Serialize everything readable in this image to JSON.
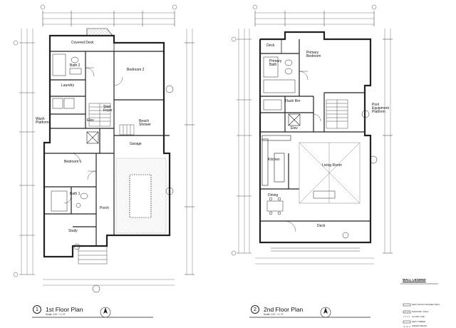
{
  "sheet": {
    "colors": {
      "ink": "#111111",
      "wall": "#222222",
      "dim": "#555555",
      "paper": "#ffffff"
    }
  },
  "plan1": {
    "number": "1",
    "title": "1st Floor Plan",
    "scale": "Scale: 1/4\" = 1'-0\"",
    "rooms": [
      {
        "name": "Covered Deck",
        "sub": ""
      },
      {
        "name": "Bedroom 2",
        "sub": ""
      },
      {
        "name": "Bath 2",
        "sub": ""
      },
      {
        "name": "Laundry",
        "sub": ""
      },
      {
        "name": "Wash Platform",
        "sub": ""
      },
      {
        "name": "Stair Foyer",
        "sub": ""
      },
      {
        "name": "Beach Shower",
        "sub": ""
      },
      {
        "name": "Garage",
        "sub": ""
      },
      {
        "name": "Bedroom 1",
        "sub": ""
      },
      {
        "name": "Bath 1",
        "sub": ""
      },
      {
        "name": "Elev",
        "sub": ""
      },
      {
        "name": "Porch",
        "sub": ""
      },
      {
        "name": "Study",
        "sub": ""
      }
    ]
  },
  "plan2": {
    "number": "2",
    "title": "2nd Floor Plan",
    "scale": "Scale: 1/4\" = 1'-0\"",
    "rooms": [
      {
        "name": "Deck",
        "sub": ""
      },
      {
        "name": "Primary Bedroom",
        "sub": ""
      },
      {
        "name": "Primary Bath",
        "sub": ""
      },
      {
        "name": "Pool Equipment Platform",
        "sub": ""
      },
      {
        "name": "Flash Rm",
        "sub": ""
      },
      {
        "name": "Elev",
        "sub": ""
      },
      {
        "name": "Kitchen",
        "sub": ""
      },
      {
        "name": "Living Room",
        "sub": ""
      },
      {
        "name": "Dining",
        "sub": ""
      },
      {
        "name": "Deck",
        "sub": ""
      }
    ]
  },
  "legend": {
    "title": "WALL LEGEND",
    "items": [
      "NEW WOOD FRAMED WALL",
      "MASONRY WALL",
      "FLOOR LINE",
      "NEW TIMBER",
      "HIDDEN BEAM"
    ]
  }
}
